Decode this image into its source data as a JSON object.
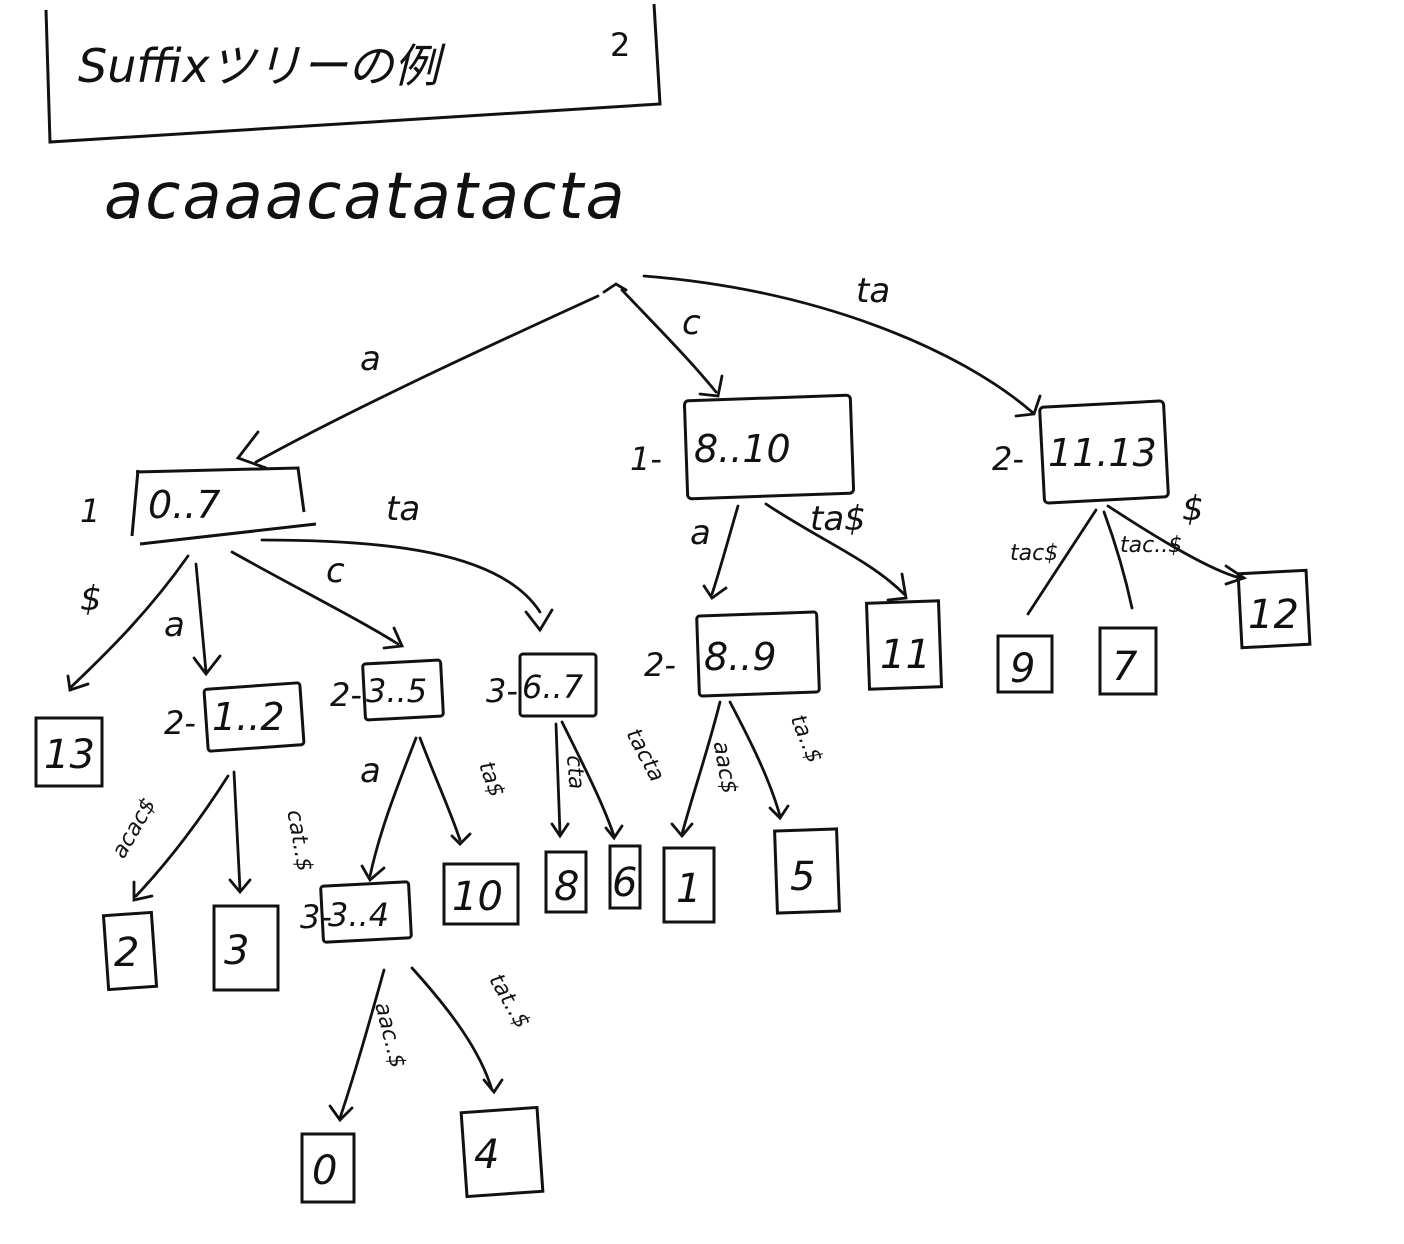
{
  "title": {
    "text": "Suffixツリーの例",
    "superscript": "2"
  },
  "input_string": "acaaacatatacta",
  "nodes": [
    {
      "id": "n-0-7",
      "prefix": "1",
      "label": "0..7"
    },
    {
      "id": "n-8-10",
      "prefix": "1-",
      "label": "8..10"
    },
    {
      "id": "n-11-13",
      "prefix": "2-",
      "label": "11.13"
    },
    {
      "id": "n-1-2",
      "prefix": "2-",
      "label": "1..2"
    },
    {
      "id": "n-3-5",
      "prefix": "2-",
      "label": "3..5"
    },
    {
      "id": "n-6-7",
      "prefix": "3-",
      "label": "6..7"
    },
    {
      "id": "n-8-9",
      "prefix": "2-",
      "label": "8..9"
    },
    {
      "id": "n-3-4",
      "prefix": "3-",
      "label": "3..4"
    }
  ],
  "leaves": [
    {
      "id": "leaf-13",
      "label": "13"
    },
    {
      "id": "leaf-2",
      "label": "2"
    },
    {
      "id": "leaf-3",
      "label": "3"
    },
    {
      "id": "leaf-10",
      "label": "10"
    },
    {
      "id": "leaf-8",
      "label": "8"
    },
    {
      "id": "leaf-6",
      "label": "6"
    },
    {
      "id": "leaf-1",
      "label": "1"
    },
    {
      "id": "leaf-5",
      "label": "5"
    },
    {
      "id": "leaf-11",
      "label": "11"
    },
    {
      "id": "leaf-9",
      "label": "9"
    },
    {
      "id": "leaf-7",
      "label": "7"
    },
    {
      "id": "leaf-12",
      "label": "12"
    },
    {
      "id": "leaf-0",
      "label": "0"
    },
    {
      "id": "leaf-4",
      "label": "4"
    }
  ],
  "edge_labels": {
    "root_a": "a",
    "root_c": "c",
    "root_ta": "ta",
    "n07_dollar": "$",
    "n07_a": "a",
    "n07_c": "c",
    "n07_ta": "ta",
    "n810_a": "a",
    "n810_ta": "ta$",
    "n1113_left": "tac$",
    "n1113_mid": "tac..$",
    "n1113_dollar": "$",
    "n12_left": "acac$",
    "n12_right": "cat..$",
    "n35_a": "a",
    "n35_ta": "ta$",
    "n67_left": "cta",
    "n67_right": "tacta",
    "n89_left": "aac$",
    "n89_right": "ta..$",
    "n34_left": "aac..$",
    "n34_right": "tat..$"
  }
}
